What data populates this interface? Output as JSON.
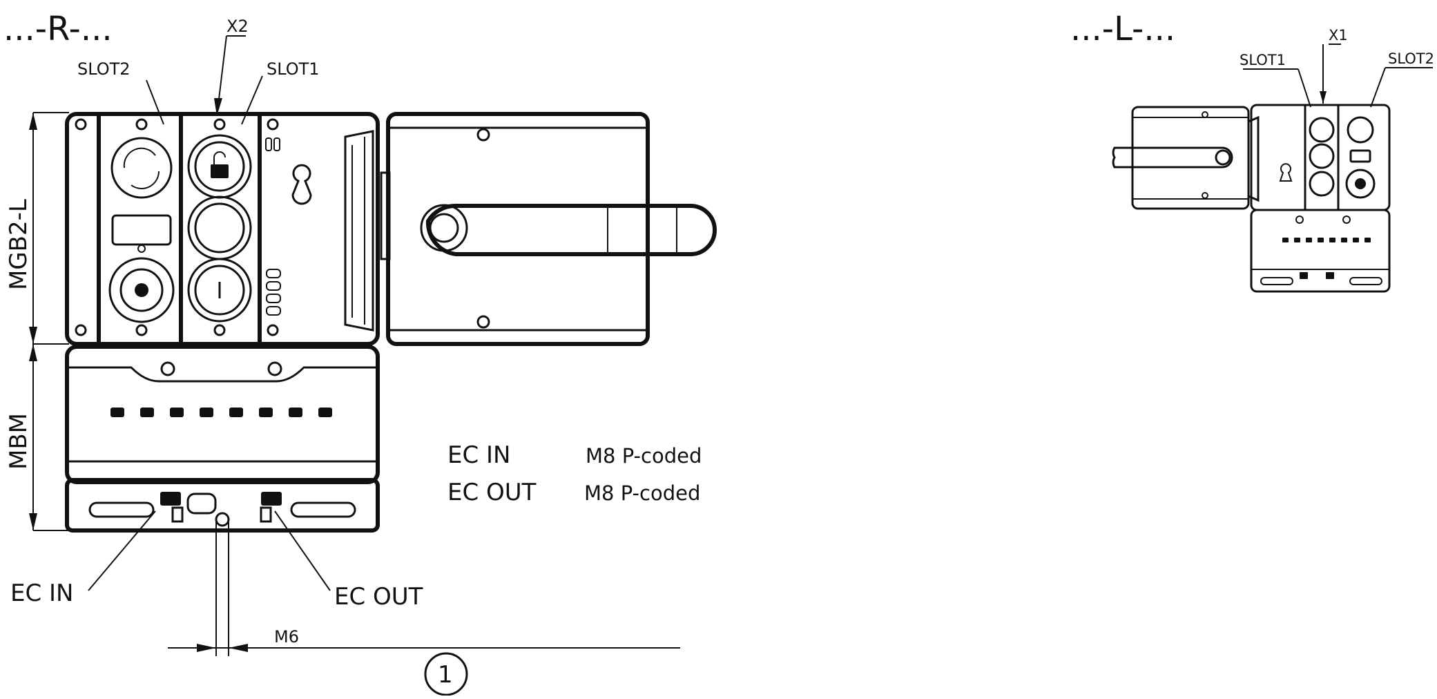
{
  "variants": {
    "right": "...-R-...",
    "left": "...-L-..."
  },
  "labels": {
    "slot1": "SLOT1",
    "slot2": "SLOT2",
    "x1": "X1",
    "x2": "X2",
    "mgb2_l": "MGB2-L",
    "mbm": "MBM",
    "ec_in": "EC IN",
    "ec_out": "EC OUT",
    "m6": "M6",
    "callout_1": "1"
  },
  "connectors": [
    {
      "name": "EC IN",
      "type": "M8 P-coded"
    },
    {
      "name": "EC OUT",
      "type": "M8 P-coded"
    }
  ]
}
